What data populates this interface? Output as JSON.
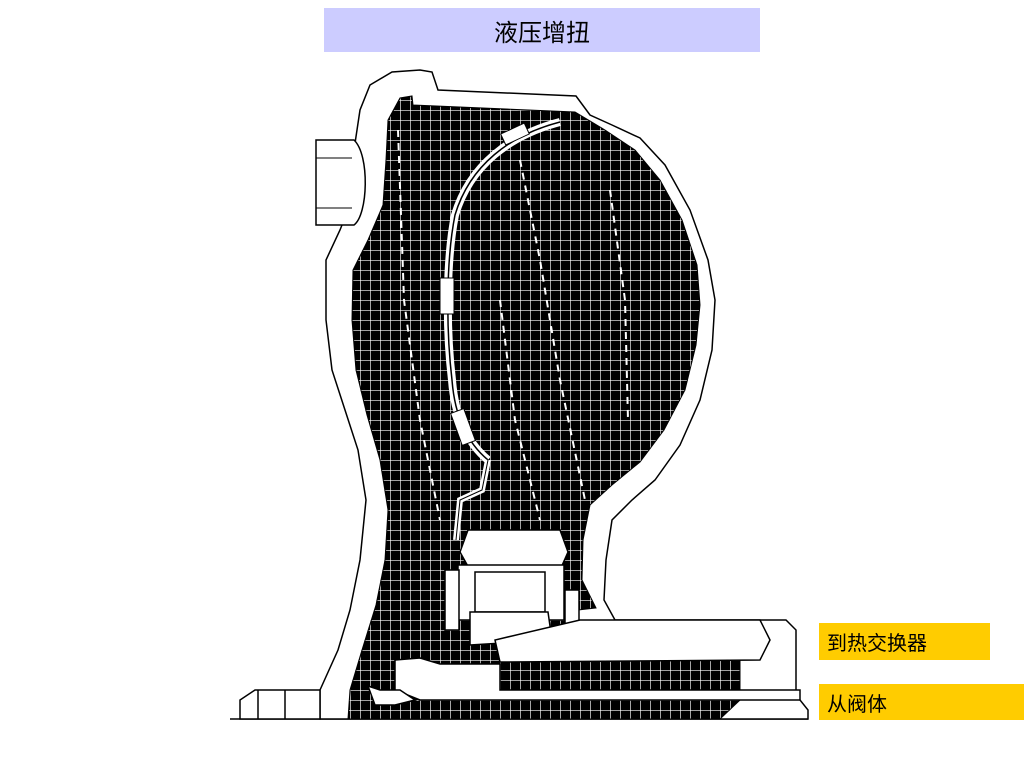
{
  "title": "液压增扭",
  "labels": {
    "to_heat_exchanger": "到热交换器",
    "from_valve_body": "从阀体"
  },
  "colors": {
    "title_background": "#ccccff",
    "label_background": "#ffcc00",
    "fluid_fill": "#000000",
    "grid_line": "#ffffff"
  }
}
